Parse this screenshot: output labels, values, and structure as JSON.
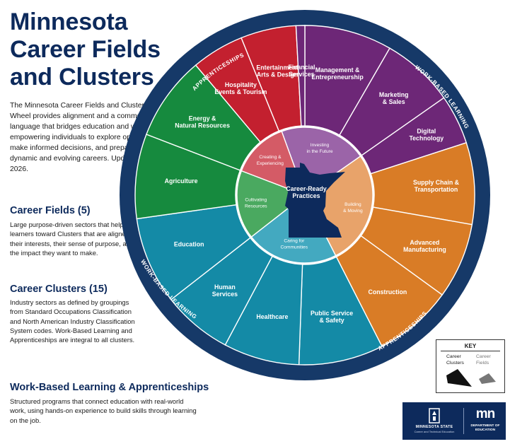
{
  "title": {
    "line1": "Minnesota",
    "line2": "Career Fields",
    "line3": "and Clusters"
  },
  "intro": "The Minnesota Career Fields and Clusters Wheel provides alignment and a common language that bridges education and work, empowering individuals to explore options, make informed decisions, and prepare for dynamic and evolving careers. Updated 2026.",
  "sections": {
    "fields": {
      "title": "Career Fields (5)",
      "text": "Large purpose-driven sectors that help guide learners toward Clusters that are aligned with their interests, their sense of purpose, and the impact they want to make."
    },
    "clusters": {
      "title": "Career Clusters (15)",
      "text": "Industry sectors as defined by groupings from Standard Occupations Classification and North American Industry Classification System codes. Work-Based Learning and Apprenticeships are integral to all clusters."
    },
    "wbl": {
      "title": "Work-Based Learning & Apprenticeships",
      "text": "Structured programs that connect education with real-world work, using hands-on experience to build skills through learning on the job."
    }
  },
  "wheel": {
    "center": [
      "Career-Ready",
      "Practices"
    ],
    "ring_labels": [
      "APPRENTICESHIPS",
      "WORK-BASED LEARNING",
      "APPRENTICESHIPS",
      "WORK-BASED LEARNING"
    ],
    "fields": [
      {
        "id": "investing",
        "lines": [
          "Investing",
          "in the Future"
        ],
        "color": "#9b64a8"
      },
      {
        "id": "building",
        "lines": [
          "Building",
          "& Moving"
        ],
        "color": "#e8a36a"
      },
      {
        "id": "caring",
        "lines": [
          "Caring for",
          "Communities"
        ],
        "color": "#43a9c0"
      },
      {
        "id": "cultivating",
        "lines": [
          "Cultivating",
          "Resources"
        ],
        "color": "#4aa960"
      },
      {
        "id": "creating",
        "lines": [
          "Creating &",
          "Experiencing"
        ],
        "color": "#d45b66"
      }
    ],
    "clusters": [
      {
        "id": "management",
        "lines": [
          "Management &",
          "Entrepreneurship"
        ],
        "color": "#6d2777"
      },
      {
        "id": "marketing",
        "lines": [
          "Marketing",
          "& Sales"
        ],
        "color": "#6d2777"
      },
      {
        "id": "digital",
        "lines": [
          "Digital",
          "Technology"
        ],
        "color": "#6d2777"
      },
      {
        "id": "supply",
        "lines": [
          "Supply Chain &",
          "Transportation"
        ],
        "color": "#d97c26"
      },
      {
        "id": "manufacturing",
        "lines": [
          "Advanced",
          "Manufacturing"
        ],
        "color": "#d97c26"
      },
      {
        "id": "construction",
        "lines": [
          "Construction"
        ],
        "color": "#d97c26"
      },
      {
        "id": "public",
        "lines": [
          "Public Service",
          "& Safety"
        ],
        "color": "#148aa6"
      },
      {
        "id": "healthcare",
        "lines": [
          "Healthcare"
        ],
        "color": "#148aa6"
      },
      {
        "id": "human",
        "lines": [
          "Human",
          "Services"
        ],
        "color": "#148aa6"
      },
      {
        "id": "education",
        "lines": [
          "Education"
        ],
        "color": "#148aa6"
      },
      {
        "id": "agriculture",
        "lines": [
          "Agriculture"
        ],
        "color": "#168a3e"
      },
      {
        "id": "energy",
        "lines": [
          "Energy &",
          "Natural Resources"
        ],
        "color": "#168a3e"
      },
      {
        "id": "hospitality",
        "lines": [
          "Hospitality",
          "Events & Tourism"
        ],
        "color": "#c3202f"
      },
      {
        "id": "entertainment",
        "lines": [
          "Entertainment",
          "Arts & Design"
        ],
        "color": "#c3202f"
      },
      {
        "id": "financial",
        "lines": [
          "Financial",
          "Services"
        ],
        "color": "#6d2777"
      }
    ],
    "outer_ring_color": "#163968",
    "state_color": "#0d2a5c"
  },
  "key": {
    "title": "KEY",
    "clusters_label": "Career Clusters",
    "fields_label": "Career Fields"
  },
  "logos": {
    "mnstate": "MINNESOTA STATE",
    "cte": "Career and Technical Education",
    "mn": "mn",
    "dept": "DEPARTMENT OF EDUCATION"
  }
}
